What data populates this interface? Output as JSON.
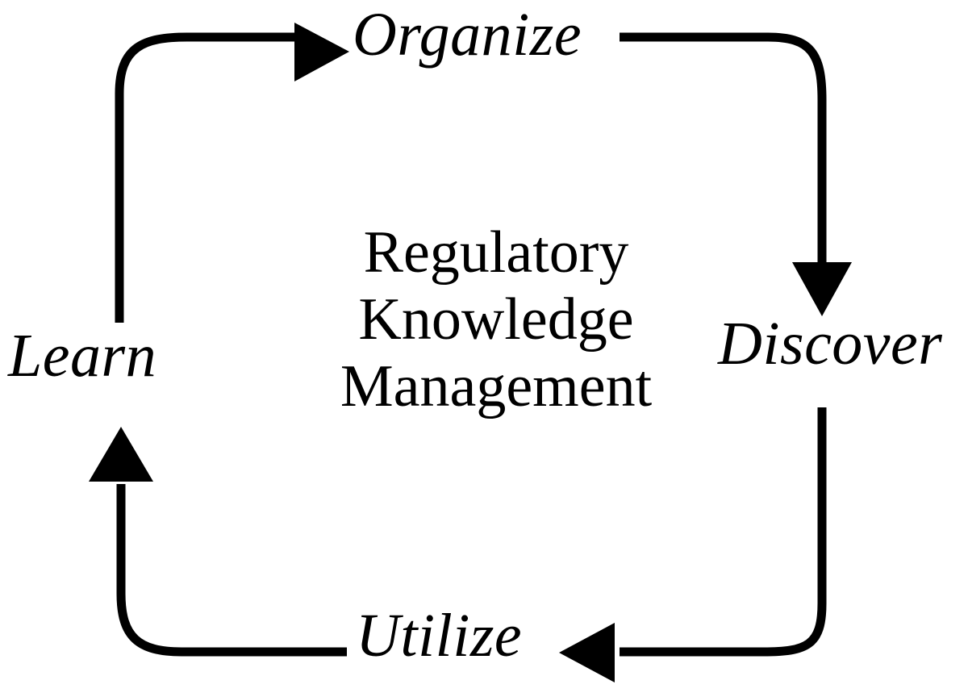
{
  "diagram": {
    "type": "cycle-diagram",
    "title": "Regulatory Knowledge Management",
    "background_color": "#ffffff",
    "stroke_color": "#000000",
    "center": {
      "lines": [
        "Regulatory",
        "Knowledge",
        "Management"
      ]
    },
    "nodes": [
      {
        "id": "organize",
        "label": "Organize",
        "position": "top"
      },
      {
        "id": "discover",
        "label": "Discover",
        "position": "right"
      },
      {
        "id": "utilize",
        "label": "Utilize",
        "position": "bottom"
      },
      {
        "id": "learn",
        "label": "Learn",
        "position": "left"
      }
    ],
    "edges": [
      {
        "id": "learn-to-organize",
        "from": "Learn",
        "to": "Organize",
        "direction": "right"
      },
      {
        "id": "organize-to-discover",
        "from": "Organize",
        "to": "Discover",
        "direction": "down"
      },
      {
        "id": "discover-to-utilize",
        "from": "Discover",
        "to": "Utilize",
        "direction": "left"
      },
      {
        "id": "utilize-to-learn",
        "from": "Utilize",
        "to": "Learn",
        "direction": "up"
      }
    ]
  }
}
